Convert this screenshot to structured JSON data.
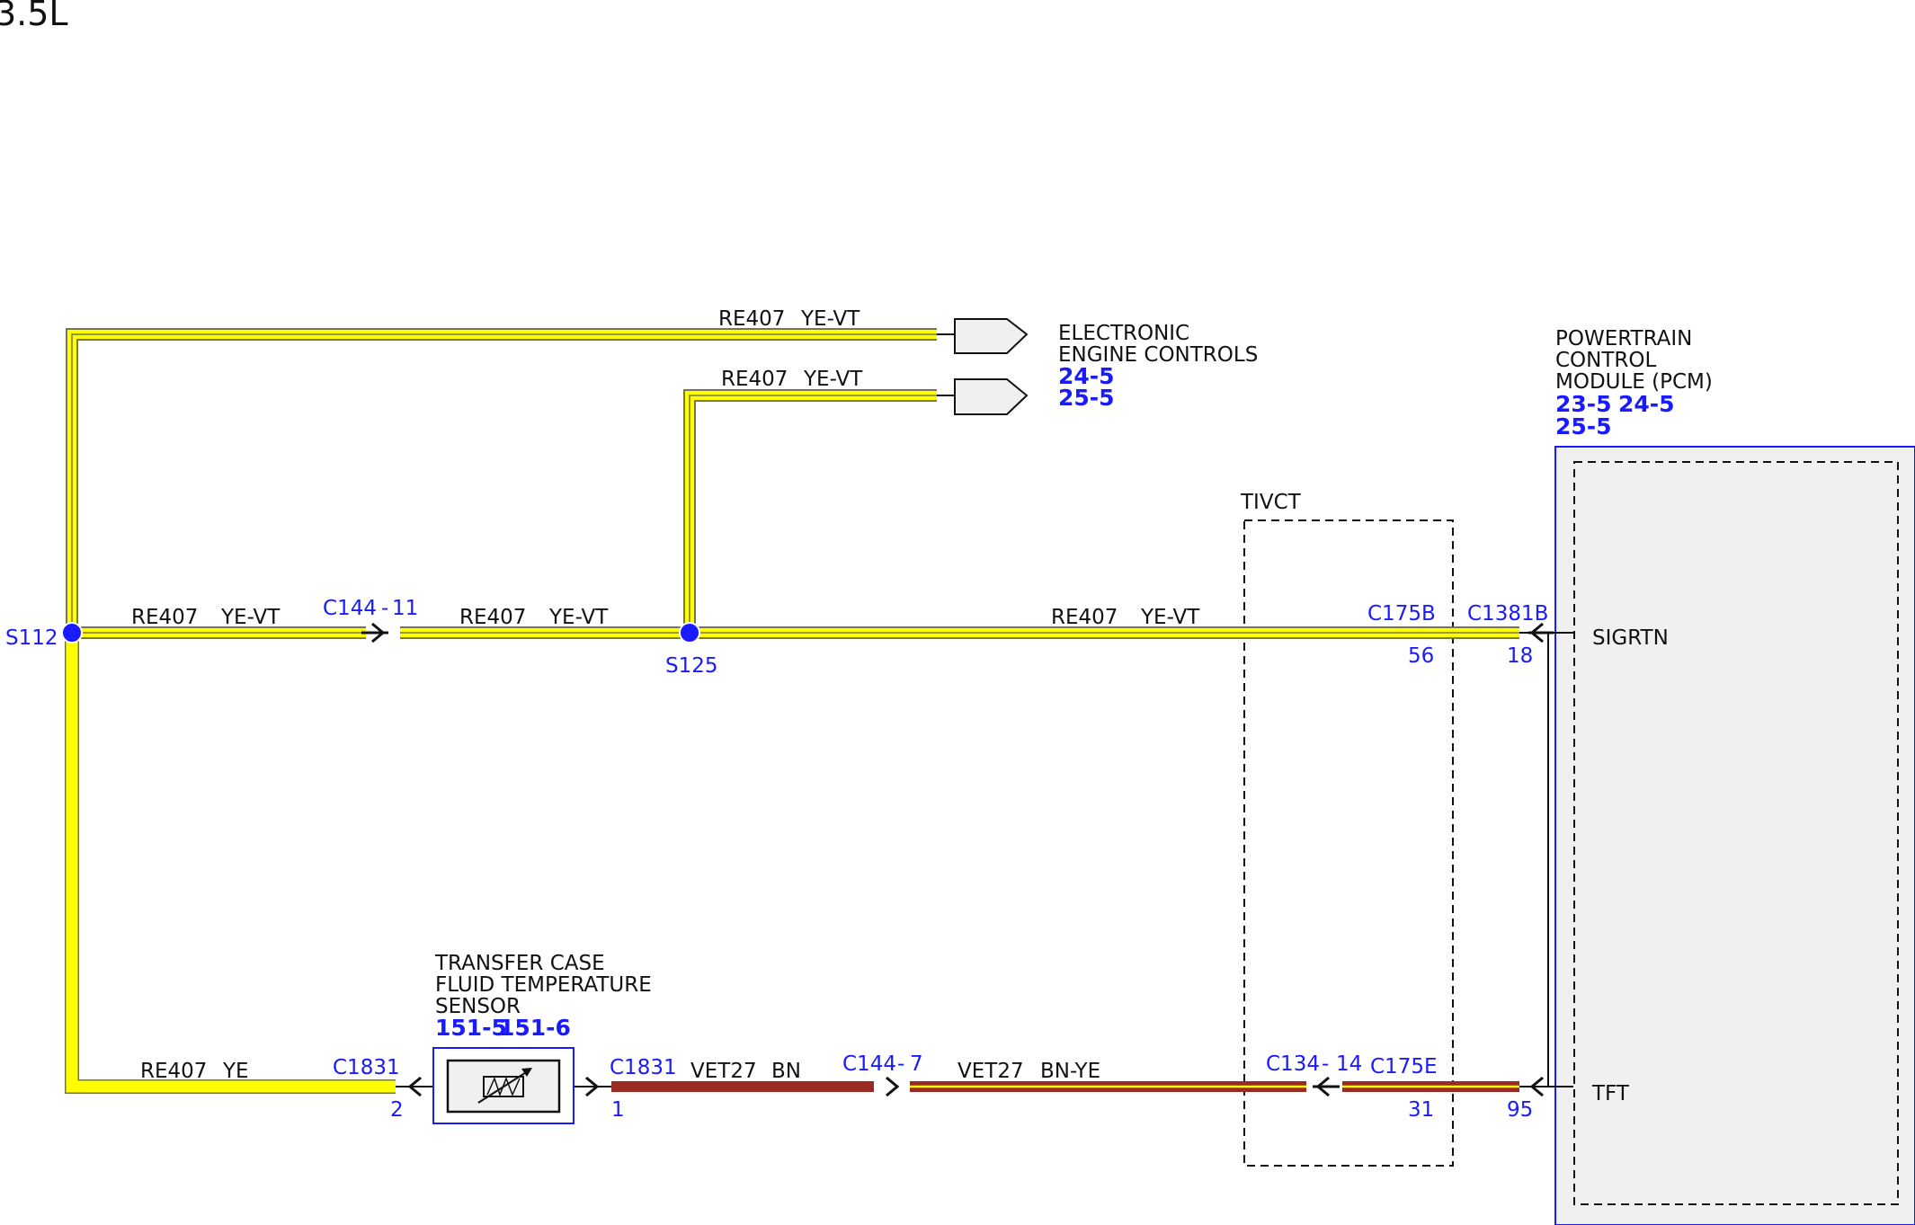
{
  "engine": "3.5L",
  "colors": {
    "wire_ye": "#ffff00",
    "wire_bn": "#9b2a22",
    "wire_outline": "#777744",
    "reference_blue": "#1a1aff",
    "module_fill": "#f0f0f0",
    "splice_dot": "#1a1aff"
  },
  "wires": {
    "w_top": {
      "circuit": "RE407",
      "color": "YE-VT"
    },
    "w_mid": {
      "circuit": "RE407",
      "color": "YE-VT"
    },
    "w_s112_c144": {
      "circuit": "RE407",
      "color": "YE-VT"
    },
    "w_c144_s125": {
      "circuit": "RE407",
      "color": "YE-VT"
    },
    "w_s125_pcm": {
      "circuit": "RE407",
      "color": "YE-VT"
    },
    "w_bottom": {
      "circuit": "RE407",
      "color": "YE"
    },
    "w_sensor_c144": {
      "circuit": "VET27",
      "color": "BN"
    },
    "w_c144_c134": {
      "circuit": "VET27",
      "color": "BN-YE"
    }
  },
  "splices": {
    "s112": "S112",
    "s125": "S125"
  },
  "connectors": {
    "c144_top": {
      "name": "C144",
      "pin": "11"
    },
    "c175b": {
      "name": "C175B",
      "pin": "56"
    },
    "c1381b": {
      "name": "C1381B",
      "pin": "18"
    },
    "c1831_left": {
      "name": "C1831",
      "pin": "2"
    },
    "c1831_right": {
      "name": "C1831",
      "pin": "1"
    },
    "c144_bottom": {
      "name": "C144",
      "pin": "7"
    },
    "c134": {
      "name": "C134",
      "pin": "14"
    },
    "c175e": {
      "name": "C175E",
      "pin": "31"
    },
    "pcm_tft_pin": "95"
  },
  "electronic_engine_controls": {
    "line1": "ELECTRONIC",
    "line2": "ENGINE CONTROLS",
    "ref1": "24-5",
    "ref2": "25-5"
  },
  "pcm": {
    "line1": "POWERTRAIN",
    "line2": "CONTROL",
    "line3": "MODULE (PCM)",
    "ref1": "23-5",
    "ref2": "24-5",
    "ref3": "25-5",
    "pin_sigrtn": "SIGRTN",
    "pin_tft": "TFT"
  },
  "tivct": {
    "label": "TIVCT"
  },
  "sensor": {
    "line1": "TRANSFER CASE",
    "line2": "FLUID TEMPERATURE",
    "line3": "SENSOR",
    "ref1": "151-5",
    "ref2": "151-6"
  }
}
